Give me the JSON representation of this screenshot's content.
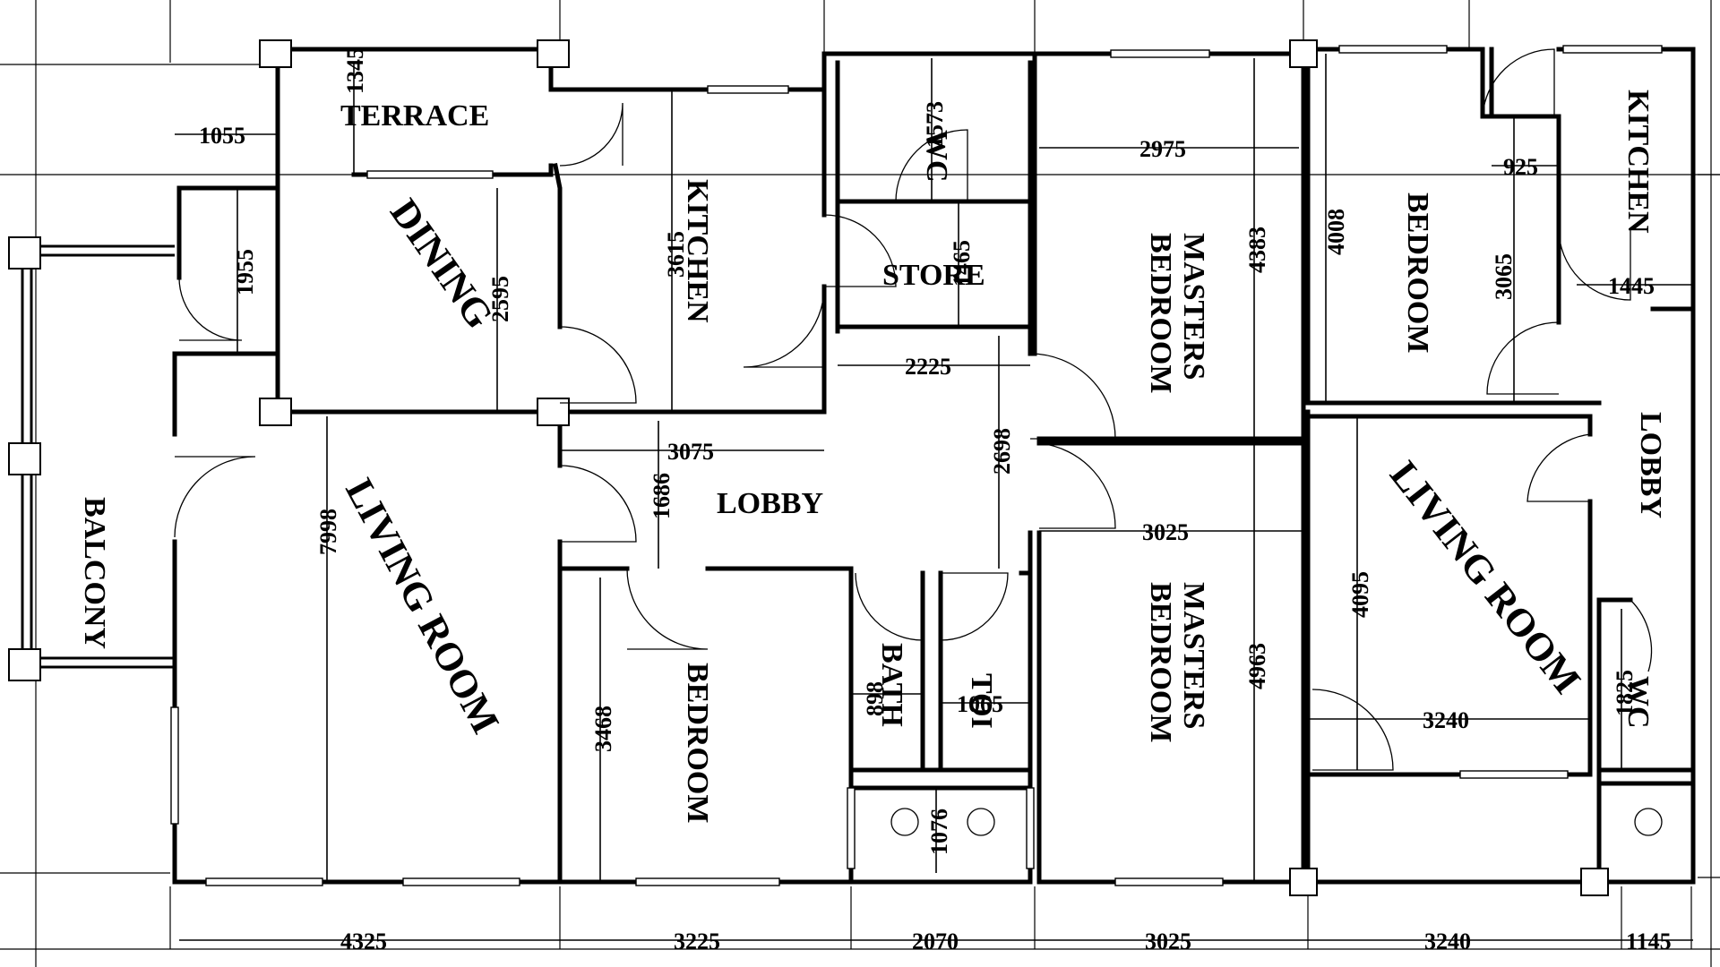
{
  "rooms": {
    "terrace": "TERRACE",
    "dining": "DINING",
    "kitchen_left": "KITCHEN",
    "wc_top": "WC",
    "store": "STORE",
    "masters_bedroom_top_1": "MASTERS",
    "masters_bedroom_top_2": "BEDROOM",
    "bedroom_right": "BEDROOM",
    "kitchen_right": "KITCHEN",
    "balcony": "BALCONY",
    "living_room_left": "LIVING ROOM",
    "lobby_center": "LOBBY",
    "masters_bedroom_bottom_1": "MASTERS",
    "masters_bedroom_bottom_2": "BEDROOM",
    "living_room_right": "LIVING ROOM",
    "lobby_right": "LOBBY",
    "bedroom_bottom": "BEDROOM",
    "bath": "BATH",
    "toilet": "TOI",
    "wc_right": "WC"
  },
  "dimensions": {
    "d1055": "1055",
    "d1345": "1345",
    "d1955": "1955",
    "d2595": "2595",
    "d3615": "3615",
    "d1573": "1573",
    "d1465": "1465",
    "d2975": "2975",
    "d4383": "4383",
    "d4008": "4008",
    "d925": "925",
    "d3065": "3065",
    "d1445": "1445",
    "d2225": "2225",
    "d3075": "3075",
    "d2698": "2698",
    "d1686": "1686",
    "d7998": "7998",
    "d3025_mid": "3025",
    "d4095": "4095",
    "d4963": "4963",
    "d3468": "3468",
    "d898": "898",
    "d1065": "1065",
    "d3240_mid": "3240",
    "d1825": "1825",
    "d1076": "1076",
    "b4325": "4325",
    "b3225": "3225",
    "b2070": "2070",
    "b3025": "3025",
    "b3240": "3240",
    "b1145": "1145"
  }
}
